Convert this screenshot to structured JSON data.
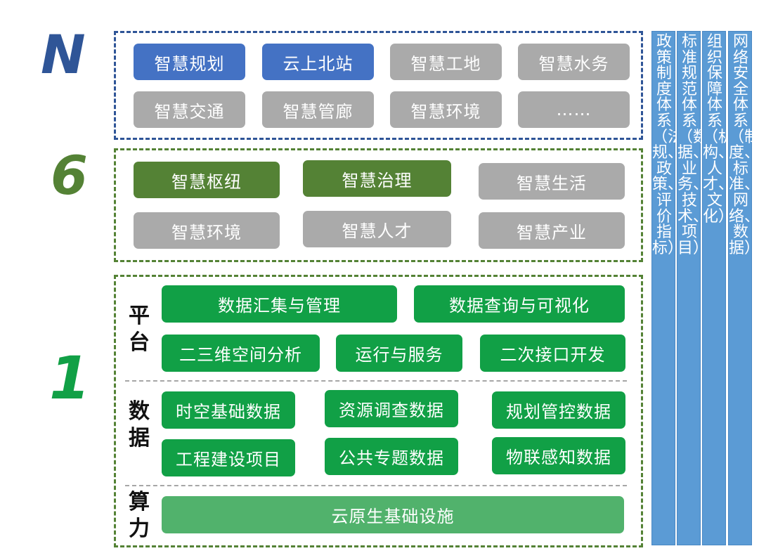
{
  "labels": {
    "n": "N",
    "six": "6",
    "one": "1"
  },
  "n_row1": [
    "智慧规划",
    "云上北站",
    "智慧工地",
    "智慧水务"
  ],
  "n_row2": [
    "智慧交通",
    "智慧管廊",
    "智慧环境",
    "……"
  ],
  "six_row1": [
    "智慧枢纽",
    "智慧治理",
    "智慧生活"
  ],
  "six_row2": [
    "智慧环境",
    "智慧人才",
    "智慧产业"
  ],
  "platform": {
    "title": "平台",
    "row1": [
      "数据汇集与管理",
      "数据查询与可视化"
    ],
    "row2": [
      "二三维空间分析",
      "运行与服务",
      "二次接口开发"
    ]
  },
  "data_section": {
    "title": "数据",
    "row1": [
      "时空基础数据",
      "资源调查数据",
      "规划管控数据"
    ],
    "row2": [
      "工程建设项目",
      "公共专题数据",
      "物联感知数据"
    ]
  },
  "compute": {
    "title": "算力",
    "item": "云原生基础设施"
  },
  "systems": [
    "政策制度体系（法规、政策、评价指标）",
    "标准规范体系（数据、业务、技术、项目）",
    "组织保障体系（机构、人才、文化）",
    "网络安全体系（制度、标准、网络、数据）"
  ],
  "colors": {
    "blue_frame": "#2f5597",
    "green_frame": "#548235",
    "blue_box": "#4472c4",
    "gray_box": "#aaaaaa",
    "olive_box": "#548235",
    "green_box": "#11a046",
    "light_green_box": "#51b26c",
    "side_column": "#5b9bd5"
  }
}
